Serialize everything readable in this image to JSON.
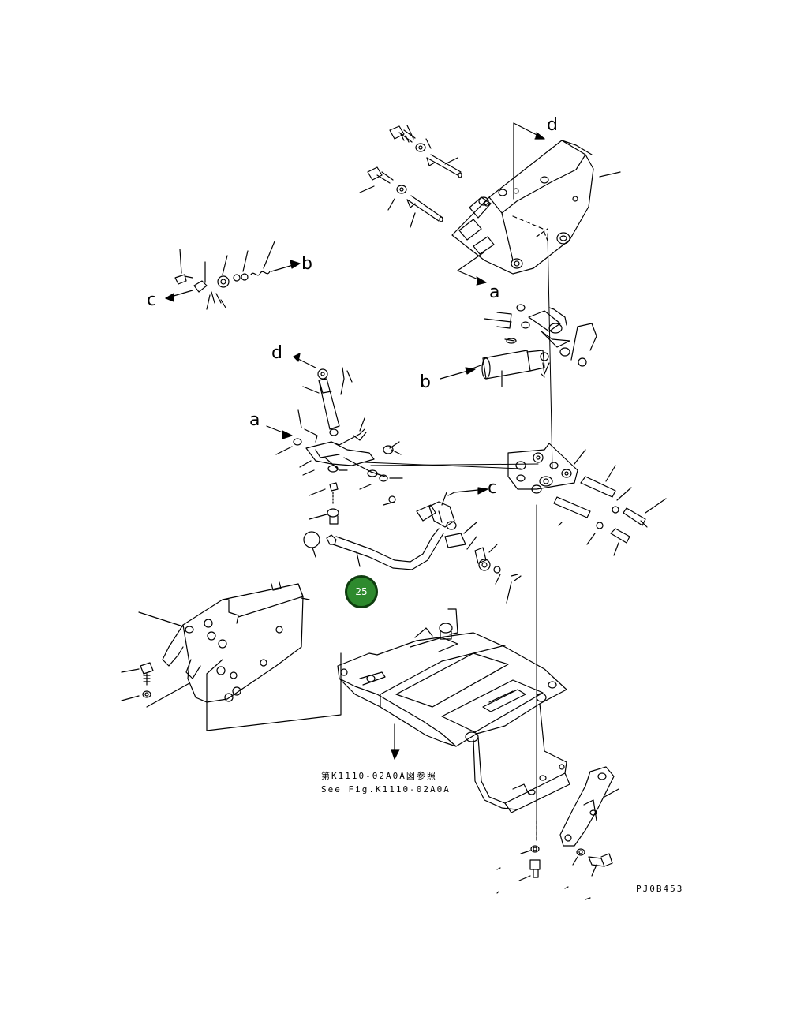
{
  "callouts": {
    "a1": "a",
    "a2": "a",
    "b1": "b",
    "b2": "b",
    "c1": "c",
    "c2": "c",
    "d1": "d",
    "d2": "d"
  },
  "reference": {
    "jp": "第K1110-02A0A図参照",
    "en": "See Fig.K1110-02A0A"
  },
  "drawing_code": "PJ0B453",
  "hotspot": {
    "label": "25",
    "color": "#2e8a2e"
  }
}
